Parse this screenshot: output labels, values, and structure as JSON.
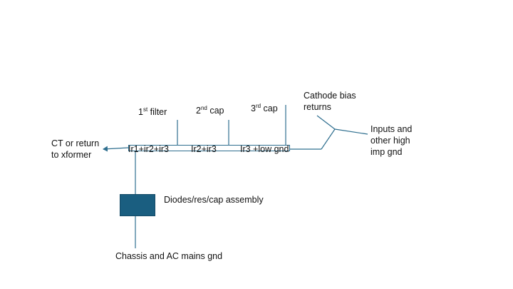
{
  "colors": {
    "line": "#2f6f8f",
    "block": "#1a5e80",
    "text": "#111111"
  },
  "labels": {
    "filter_1": {
      "pre": "1",
      "sup": "st",
      "post": " filter"
    },
    "cap_2": {
      "pre": "2",
      "sup": "nd",
      "post": " cap"
    },
    "cap_3": {
      "pre": "3",
      "sup": "rd",
      "post": " cap"
    },
    "cathode_bias": "Cathode bias\nreturns",
    "inputs": "Inputs and\nother high\nimp gnd",
    "ct_return": "CT or return\nto xformer",
    "seg_1": "Ir1+ir2+ir3",
    "seg_2": "Ir2+ir3",
    "seg_3": "Ir3 +low gnd",
    "diodes": "Diodes/res/cap assembly",
    "chassis": "Chassis and AC mains gnd"
  }
}
